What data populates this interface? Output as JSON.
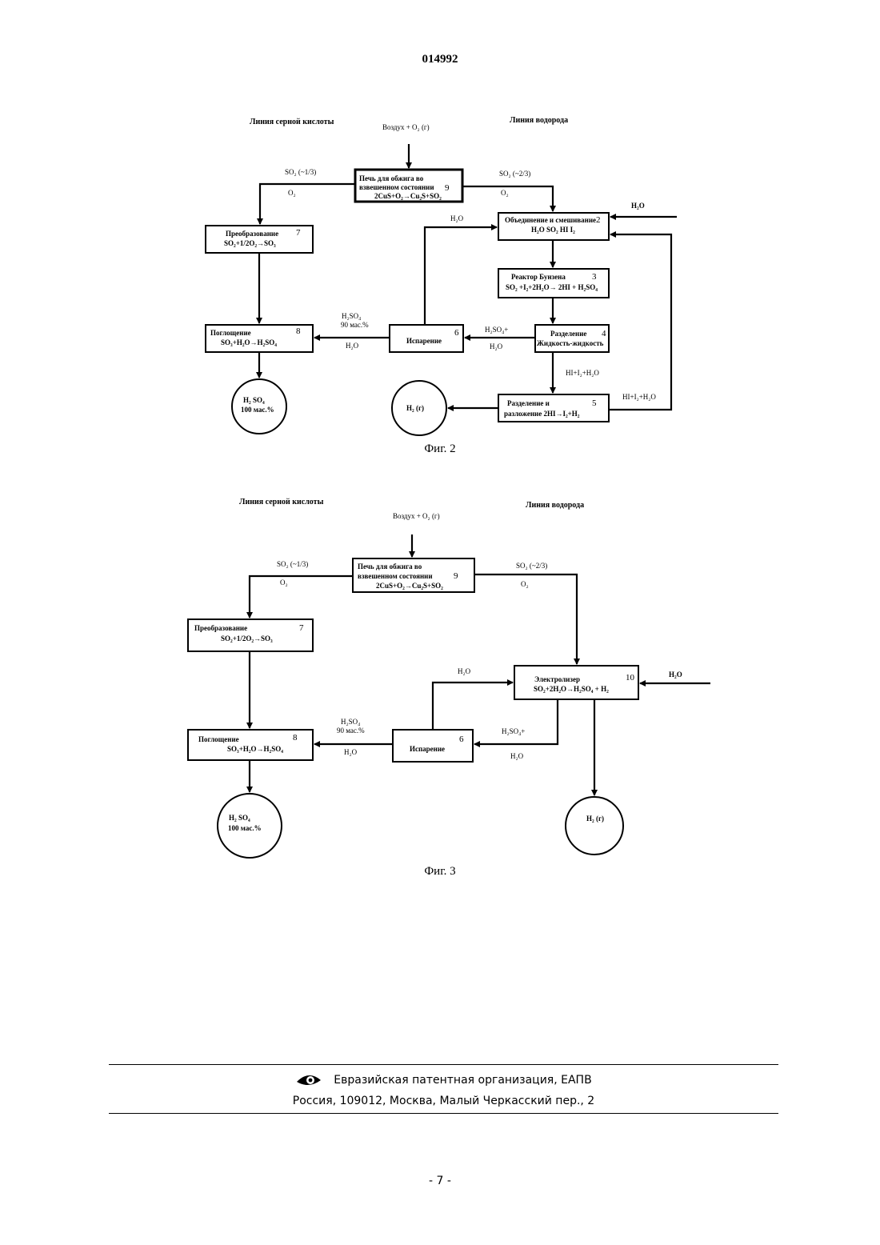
{
  "document": {
    "number": "014992",
    "page_number": "- 7 -"
  },
  "fig2": {
    "caption": "Фиг. 2",
    "left_line_title": "Линия серной кислоты",
    "right_line_title": "Линия водорода",
    "feed_label": "Воздух + O₂ (г)",
    "so2_left": "SO₂ (~1/3)",
    "o2_left": "O₂",
    "so2_right": "SO₂ (~2/3)",
    "o2_right": "O₂",
    "furnace": {
      "line1": "Печь    для обжига во",
      "line2": "взвешенном состоянии",
      "line3": "2CuS+O₂→Cu₂S+SO₂",
      "number": "9"
    },
    "conversion": {
      "line1": "Преобразование",
      "line2": "SO₂+1/2O₂→SO₃",
      "number": "7"
    },
    "absorption": {
      "line1": "Поглощение",
      "line2": "SO₃+H₂O→H₂SO₄",
      "number": "8"
    },
    "h2so4_product": {
      "line1": "H₂ SO₄",
      "line2": "100 мас.%"
    },
    "mixing": {
      "line1": "Объединение и смешивание",
      "line2": "H₂O SO₂ HI I₂",
      "number": "2"
    },
    "bunsen": {
      "line1": "Реактор Бунзена",
      "line2": "SO₂ +I₂+2H₂O→ 2HI + H₂SO₄",
      "number": "3"
    },
    "separation": {
      "line1": "Разделение",
      "line2": "Жидкость-жидкость",
      "number": "4"
    },
    "evaporation": {
      "line1": "Испарение",
      "number": "6"
    },
    "decomposition": {
      "line1": "Разделение и",
      "line2": "разложение 2HI→I₂+H₂",
      "number": "5"
    },
    "h2_product": "H₂ (г)",
    "h2o_top_left": "H₂O",
    "h2o_input": "H₂O",
    "h2so4_90": "H₂SO₄",
    "h2so4_90_conc": "90 мас.%",
    "h2o_to_absorb": "H₂O",
    "h2so4_plus": "H₂SO₄+",
    "h2o_sep": "H₂O",
    "hi_mix": "HI+I₂+H₂O",
    "hi_recycle": "HI+I₂+H₂O"
  },
  "fig3": {
    "caption": "Фиг. 3",
    "left_line_title": "Линия серной кислоты",
    "right_line_title": "Линия водорода",
    "feed_label": "Воздух + O₂ (г)",
    "so2_left": "SO₂ (~1/3)",
    "o2_left": "O₂",
    "so2_right": "SO₂ (~2/3)",
    "o2_right": "O₂",
    "furnace": {
      "line1": "Печь     для обжига во",
      "line2": "взвешенном состоянии",
      "line3": "2CuS+O₂→Cu₂S+SO₂",
      "number": "9"
    },
    "conversion": {
      "line1": "Преобразование",
      "line2": "SO₂+1/2O₂→SO₃",
      "number": "7"
    },
    "absorption": {
      "line1": "Поглощение",
      "line2": "SO₃+H₂O→H₂SO₄",
      "number": "8"
    },
    "h2so4_product": {
      "line1": "H₂ SO₄",
      "line2": "100 мас.%"
    },
    "electrolyzer": {
      "line1": "Электролизер",
      "line2": "SO₂+2H₂O→H₂SO₄ + H₂",
      "number": "10"
    },
    "evaporation": {
      "line1": "Испарение",
      "number": "6"
    },
    "h2_product": "H₂ (г)",
    "h2o_top": "H₂O",
    "h2o_input": "H₂O",
    "h2so4_90": "H₂SO₄",
    "h2so4_90_conc": "90 мас.%",
    "h2o_to_absorb": "H₂O",
    "h2so4_plus": "H₂SO₄+",
    "h2o_sep": "H₂O"
  },
  "footer": {
    "organization": "Евразийская патентная организация, ЕАПВ",
    "address": "Россия, 109012, Москва, Малый Черкасский пер., 2"
  }
}
